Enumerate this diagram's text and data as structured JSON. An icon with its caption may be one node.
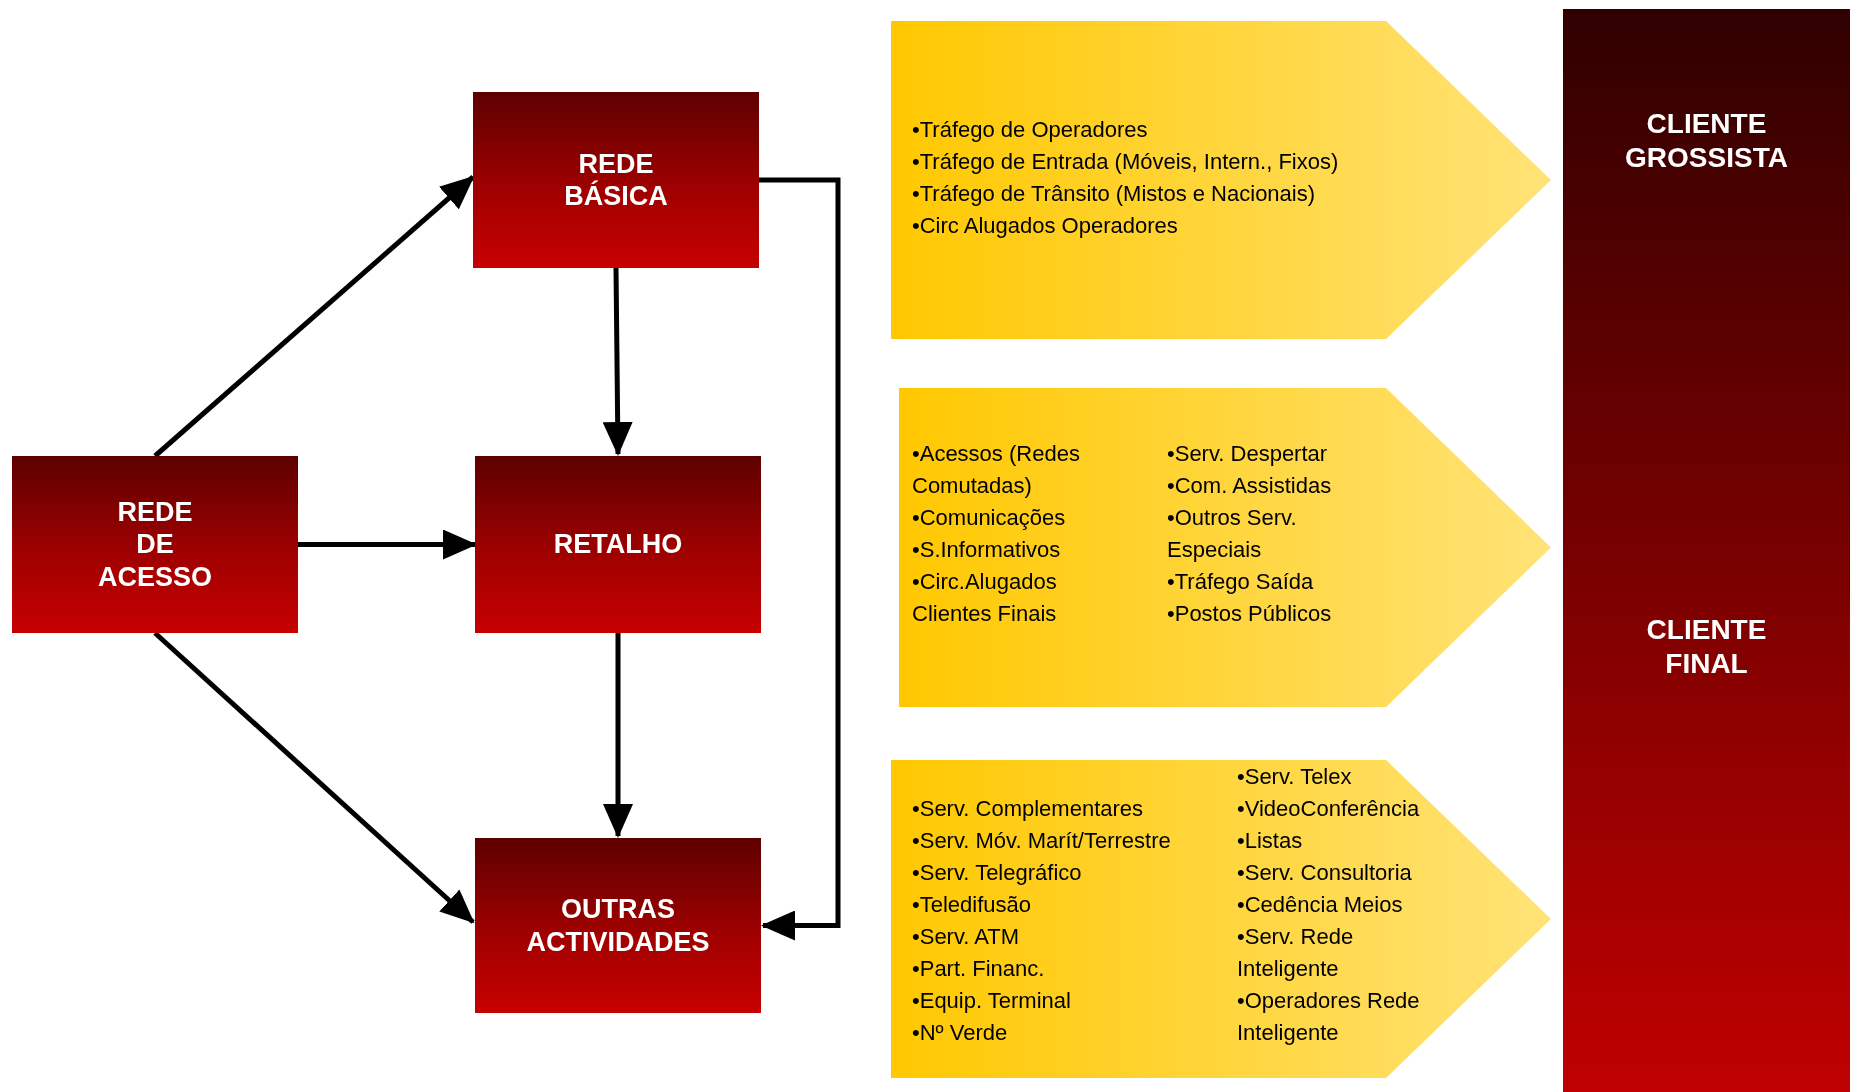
{
  "diagram": {
    "nodes": [
      {
        "text": [
          "REDE DE ACESSO"
        ]
      },
      {
        "text": [
          "REDE BÁSICA"
        ]
      },
      {
        "text": [
          "RETALHO"
        ]
      },
      {
        "text": [
          "OUTRAS ACTIVIDADES"
        ]
      },
      {
        "text": [
          "•Tráfego de Operadores",
          "•Tráfego de Entrada (Móveis, Intern., Fixos)",
          "•Tráfego de Trânsito (Mistos e Nacionais)",
          "•Circ Alugados Operadores"
        ]
      },
      {
        "text": [
          "•Acessos (Redes Comutadas)",
          "•Comunicações",
          "•S.Informativos",
          "•Circ.Alugados Clientes Finais",
          "•Serv. Despertar",
          "•Com. Assistidas",
          "•Outros Serv. Especiais",
          "•Tráfego Saída",
          "•Postos Públicos"
        ]
      },
      {
        "text": [
          "•Serv. Complementares",
          "•Serv. Móv. Marít/Terrestre",
          "•Serv. Telegráfico",
          "•Teledifusão",
          "•Serv. ATM",
          "•Part. Financ.",
          "•Equip. Terminal",
          "•Nº Verde",
          "•Serv. Telex",
          "•VideoConferência",
          "•Listas",
          "•Serv. Consultoria",
          "•Cedência Meios",
          "•Serv. Rede Inteligente",
          "•Operadores Rede Inteligente"
        ]
      },
      {
        "text": [
          "CLIENTE GROSSISTA"
        ]
      },
      {
        "text": [
          "CLIENTE FINAL"
        ]
      }
    ],
    "edges": [
      {
        "from": 0,
        "to": 1,
        "arrow": "to"
      },
      {
        "from": 0,
        "to": 2,
        "arrow": "to"
      },
      {
        "from": 0,
        "to": 3,
        "arrow": "to"
      },
      {
        "from": 1,
        "to": 2,
        "arrow": "to"
      },
      {
        "from": 2,
        "to": 3,
        "arrow": "to"
      },
      {
        "from": 1,
        "to": 3,
        "arrow": "to"
      }
    ]
  }
}
